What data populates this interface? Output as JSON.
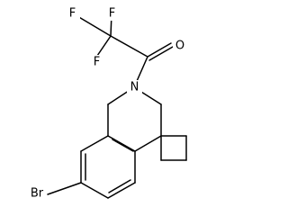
{
  "molecule": {
    "atoms": {
      "f1": "F",
      "f2": "F",
      "f3": "F",
      "o": "O",
      "n": "N",
      "br": "Br"
    }
  },
  "colors": {
    "bond": "#000000",
    "label": "#000000",
    "background": "#ffffff"
  }
}
